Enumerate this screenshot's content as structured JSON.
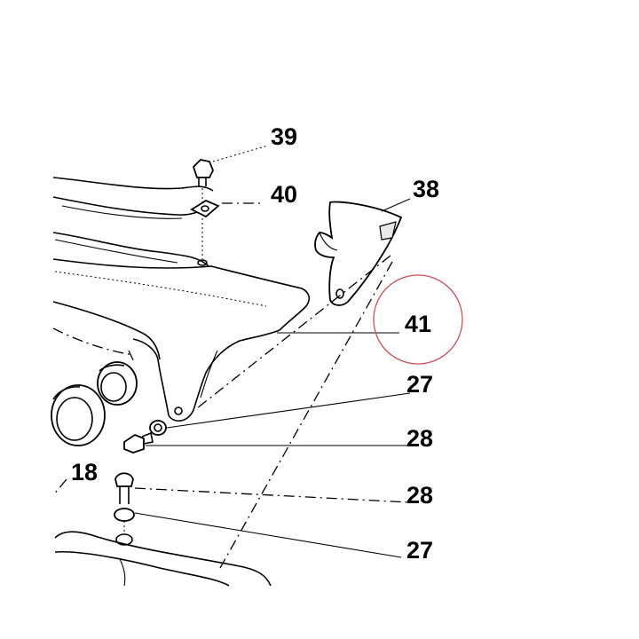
{
  "diagram": {
    "callouts": [
      {
        "id": "c39",
        "label": "39"
      },
      {
        "id": "c40",
        "label": "40"
      },
      {
        "id": "c38",
        "label": "38"
      },
      {
        "id": "c41",
        "label": "41"
      },
      {
        "id": "c27a",
        "label": "27"
      },
      {
        "id": "c28a",
        "label": "28"
      },
      {
        "id": "c18",
        "label": "18"
      },
      {
        "id": "c28b",
        "label": "28"
      },
      {
        "id": "c27b",
        "label": "27"
      }
    ],
    "highlight_color": "#c8505a"
  }
}
